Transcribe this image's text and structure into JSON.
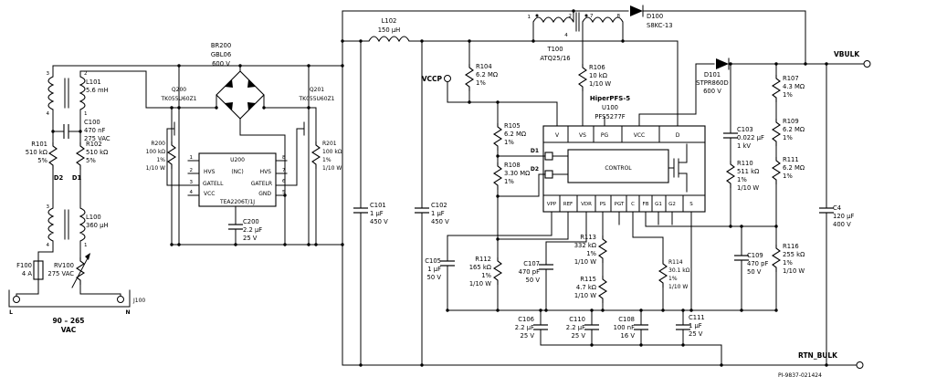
{
  "meta": {
    "doc_number": "PI-9837-021424"
  },
  "nets": {
    "vbulk": "VBULK",
    "rtn_bulk": "RTN_BULK",
    "vccp": "VCCP"
  },
  "input": {
    "j100": "J100",
    "line": "L",
    "neutral": "N",
    "range_line1": "90 – 265",
    "range_line2": "VAC"
  },
  "u100": {
    "family": "HiperPFS-5",
    "ref": "U100",
    "part": "PFS5277F",
    "control": "CONTROL",
    "pins_top": [
      "V",
      "VS",
      "PG",
      "VCC",
      "D"
    ],
    "pins_bottom": [
      "VPP",
      "REF",
      "VDR",
      "PS",
      "PGT",
      "C",
      "FB",
      "G1",
      "G2",
      "S"
    ],
    "pins_left": [
      "D1",
      "D2"
    ]
  },
  "u200": {
    "ref": "U200",
    "part": "TEA2206T/1J",
    "row1": [
      "HVS",
      "(NC)",
      "HVS"
    ],
    "row2": [
      "GATELL",
      "GATELR"
    ],
    "row3": [
      "VCC",
      "GND"
    ],
    "pins_left": [
      "1",
      "2",
      "3",
      "4"
    ],
    "pins_right": [
      "8",
      "7",
      "6",
      "5"
    ]
  },
  "pins": {
    "t100": [
      "1",
      "2",
      "4",
      "7",
      "8"
    ],
    "l101": [
      "3",
      "2",
      "4",
      "1"
    ],
    "l100": [
      "3",
      "4",
      "1"
    ]
  },
  "c": {
    "l101": [
      "L101",
      "5.6 mH"
    ],
    "l100": [
      "L100",
      "360 µH"
    ],
    "l102": [
      "L102",
      "150 µH"
    ],
    "c100": [
      "C100",
      "470 nF",
      "275 VAC"
    ],
    "r101": [
      "R101",
      "510 kΩ",
      "5%"
    ],
    "r102": [
      "R102",
      "510 kΩ",
      "5%"
    ],
    "d2": "D2",
    "d1": "D1",
    "f100": [
      "F100",
      "4 A"
    ],
    "rv100": [
      "RV100",
      "275 VAC"
    ],
    "br200": [
      "BR200",
      "GBL06",
      "600 V"
    ],
    "q200": [
      "Q200",
      "TK055U60Z1"
    ],
    "q201": [
      "Q201",
      "TK055U60Z1"
    ],
    "r200": [
      "R200",
      "100 kΩ",
      "1%",
      "1/10 W"
    ],
    "r201": [
      "R201",
      "100 kΩ",
      "1%",
      "1/10 W"
    ],
    "c200": [
      "C200",
      "2.2 µF",
      "25 V"
    ],
    "c101": [
      "C101",
      "1 µF",
      "450 V"
    ],
    "c102": [
      "C102",
      "1 µF",
      "450 V"
    ],
    "t100": [
      "T100",
      "ATQ25/16"
    ],
    "d100": [
      "D100",
      "S8KC-13"
    ],
    "d101": [
      "D101",
      "STPR860D",
      "600 V"
    ],
    "r104": [
      "R104",
      "6.2 MΩ",
      "1%"
    ],
    "r105": [
      "R105",
      "6.2 MΩ",
      "1%"
    ],
    "r106": [
      "R106",
      "10 kΩ",
      "1/10 W"
    ],
    "r108": [
      "R108",
      "3.30 MΩ",
      "1%"
    ],
    "r107": [
      "R107",
      "4.3 MΩ",
      "1%"
    ],
    "r109": [
      "R109",
      "6.2 MΩ",
      "1%"
    ],
    "r111": [
      "R111",
      "6.2 MΩ",
      "1%"
    ],
    "c103": [
      "C103",
      "0.022 µF",
      "1 kV"
    ],
    "r110": [
      "R110",
      "511 kΩ",
      "1%",
      "1/10 W"
    ],
    "c4": [
      "C4",
      "120 µF",
      "400 V"
    ],
    "c105": [
      "C105",
      "1 µF",
      "50 V"
    ],
    "r112": [
      "R112",
      "165 kΩ",
      "1%",
      "1/10 W"
    ],
    "c107": [
      "C107",
      "470 pF",
      "50 V"
    ],
    "r113": [
      "R113",
      "332 kΩ",
      "1%",
      "1/10 W"
    ],
    "r115": [
      "R115",
      "4.7 kΩ",
      "1/10 W"
    ],
    "r114": [
      "R114",
      "30.1 kΩ",
      "1%",
      "1/10 W"
    ],
    "c109": [
      "C109",
      "470 pF",
      "50 V"
    ],
    "r116": [
      "R116",
      "255 kΩ",
      "1%",
      "1/10 W"
    ],
    "c106": [
      "C106",
      "2.2 µF",
      "25 V"
    ],
    "c110": [
      "C110",
      "2.2 µF",
      "25 V"
    ],
    "c108": [
      "C108",
      "100 nF",
      "16 V"
    ],
    "c111": [
      "C111",
      "1 µF",
      "25 V"
    ]
  }
}
